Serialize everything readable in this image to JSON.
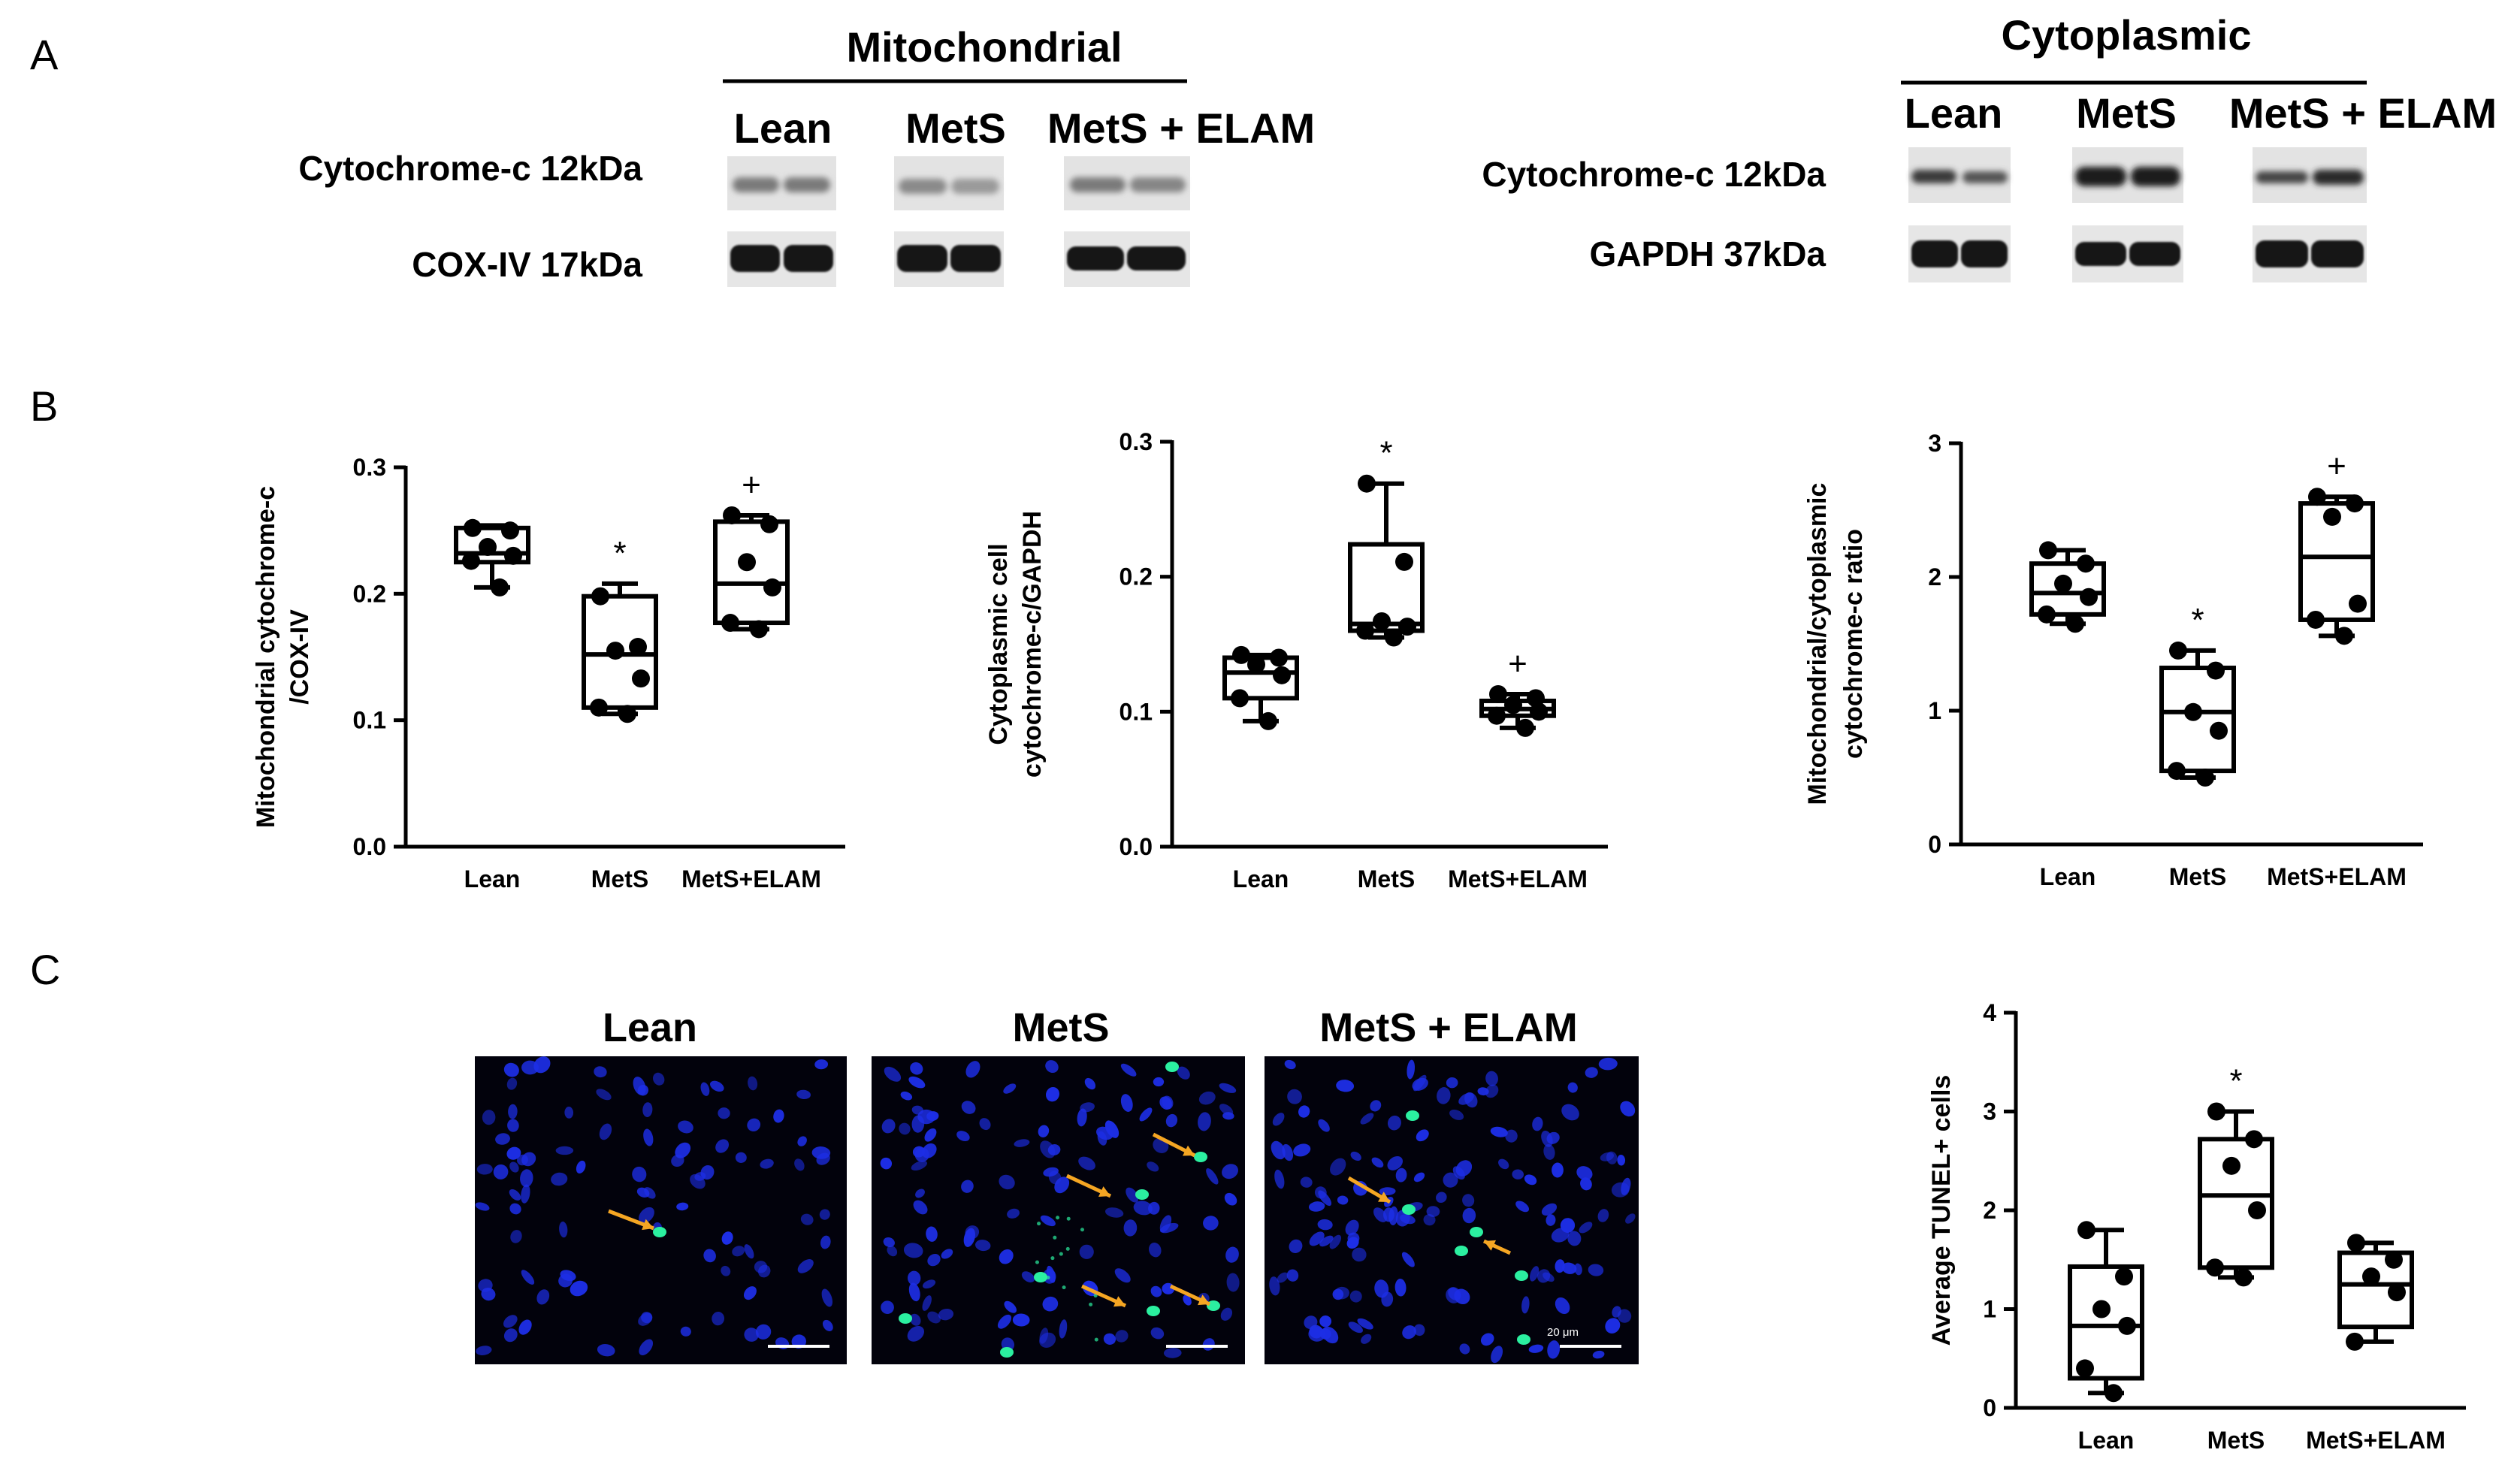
{
  "panel_labels": {
    "a": "A",
    "b": "B",
    "c": "C"
  },
  "blots": {
    "mitochondrial": {
      "title": "Mitochondrial",
      "lanes": [
        "Lean",
        "MetS",
        "MetS + ELAM"
      ],
      "rows": [
        "Cytochrome-c 12kDa",
        "COX-IV 17kDa"
      ]
    },
    "cytoplasmic": {
      "title": "Cytoplasmic",
      "lanes": [
        "Lean",
        "MetS",
        "MetS + ELAM"
      ],
      "rows": [
        "Cytochrome-c 12kDa",
        "GAPDH 37kDa"
      ]
    }
  },
  "micrographs": {
    "titles": [
      "Lean",
      "MetS",
      "MetS + ELAM"
    ],
    "scale_bar_label": "20 μm",
    "colors": {
      "background": "#02020c",
      "nuclei": "#1d2ee6",
      "tunel": "#2bf0a0",
      "arrow": "#f5a623"
    }
  },
  "chart_data": [
    {
      "id": "b1",
      "type": "box",
      "categories": [
        "Lean",
        "MetS",
        "MetS+ELAM"
      ],
      "ylabel_lines": [
        "Mitochondrial cytochrome-c",
        "/COX-IV"
      ],
      "ylim": [
        0,
        0.3
      ],
      "yticks": [
        "0.0",
        "0.1",
        "0.2",
        "0.3"
      ],
      "significance": [
        "",
        "*",
        "+"
      ],
      "boxes": [
        {
          "min": 0.205,
          "q1": 0.225,
          "median": 0.232,
          "q3": 0.252,
          "max": 0.254
        },
        {
          "min": 0.105,
          "q1": 0.11,
          "median": 0.152,
          "q3": 0.198,
          "max": 0.208
        },
        {
          "min": 0.172,
          "q1": 0.177,
          "median": 0.208,
          "q3": 0.257,
          "max": 0.262
        }
      ],
      "points": [
        [
          0.252,
          0.25,
          0.237,
          0.23,
          0.226,
          0.205
        ],
        [
          0.198,
          0.158,
          0.155,
          0.133,
          0.11,
          0.105
        ],
        [
          0.262,
          0.255,
          0.225,
          0.205,
          0.177,
          0.172
        ]
      ]
    },
    {
      "id": "b2",
      "type": "box",
      "categories": [
        "Lean",
        "MetS",
        "MetS+ELAM"
      ],
      "ylabel_lines": [
        "Cytoplasmic cell",
        "cytochrome-c/GAPDH"
      ],
      "ylim": [
        0,
        0.3
      ],
      "yticks": [
        "0.0",
        "0.1",
        "0.2",
        "0.3"
      ],
      "significance": [
        "",
        "*",
        "+"
      ],
      "boxes": [
        {
          "min": 0.093,
          "q1": 0.11,
          "median": 0.129,
          "q3": 0.14,
          "max": 0.142
        },
        {
          "min": 0.155,
          "q1": 0.16,
          "median": 0.165,
          "q3": 0.224,
          "max": 0.269
        },
        {
          "min": 0.088,
          "q1": 0.097,
          "median": 0.102,
          "q3": 0.108,
          "max": 0.113
        }
      ],
      "points": [
        [
          0.142,
          0.14,
          0.135,
          0.127,
          0.11,
          0.093
        ],
        [
          0.269,
          0.211,
          0.167,
          0.163,
          0.16,
          0.155
        ],
        [
          0.113,
          0.11,
          0.105,
          0.1,
          0.097,
          0.088
        ]
      ]
    },
    {
      "id": "b3",
      "type": "box",
      "categories": [
        "Lean",
        "MetS",
        "MetS+ELAM"
      ],
      "ylabel_lines": [
        "Mitochondrial/cytoplasmic",
        "cytochrome-c ratio"
      ],
      "ylim": [
        0,
        3
      ],
      "yticks": [
        "0",
        "1",
        "2",
        "3"
      ],
      "significance": [
        "",
        "*",
        "+"
      ],
      "boxes": [
        {
          "min": 1.65,
          "q1": 1.72,
          "median": 1.88,
          "q3": 2.1,
          "max": 2.2
        },
        {
          "min": 0.5,
          "q1": 0.55,
          "median": 0.99,
          "q3": 1.32,
          "max": 1.45
        },
        {
          "min": 1.56,
          "q1": 1.68,
          "median": 2.15,
          "q3": 2.55,
          "max": 2.6
        }
      ],
      "points": [
        [
          2.2,
          2.1,
          1.95,
          1.85,
          1.72,
          1.65
        ],
        [
          1.45,
          1.3,
          0.99,
          0.85,
          0.55,
          0.5
        ],
        [
          2.6,
          2.55,
          2.45,
          1.8,
          1.68,
          1.56
        ]
      ]
    },
    {
      "id": "c1",
      "type": "box",
      "categories": [
        "Lean",
        "MetS",
        "MetS+ELAM"
      ],
      "ylabel_lines": [
        "Average TUNEL+ cells"
      ],
      "ylim": [
        0,
        4
      ],
      "yticks": [
        "0",
        "1",
        "2",
        "3",
        "4"
      ],
      "significance": [
        "",
        "*",
        ""
      ],
      "boxes": [
        {
          "min": 0.15,
          "q1": 0.3,
          "median": 0.83,
          "q3": 1.43,
          "max": 1.8
        },
        {
          "min": 1.32,
          "q1": 1.42,
          "median": 2.15,
          "q3": 2.72,
          "max": 3.0
        },
        {
          "min": 0.67,
          "q1": 0.82,
          "median": 1.25,
          "q3": 1.57,
          "max": 1.67
        }
      ],
      "points": [
        [
          1.8,
          1.33,
          1.0,
          0.83,
          0.4,
          0.15
        ],
        [
          3.0,
          2.72,
          2.45,
          2.0,
          1.42,
          1.32
        ],
        [
          1.67,
          1.5,
          1.33,
          1.17,
          0.67
        ]
      ]
    }
  ]
}
